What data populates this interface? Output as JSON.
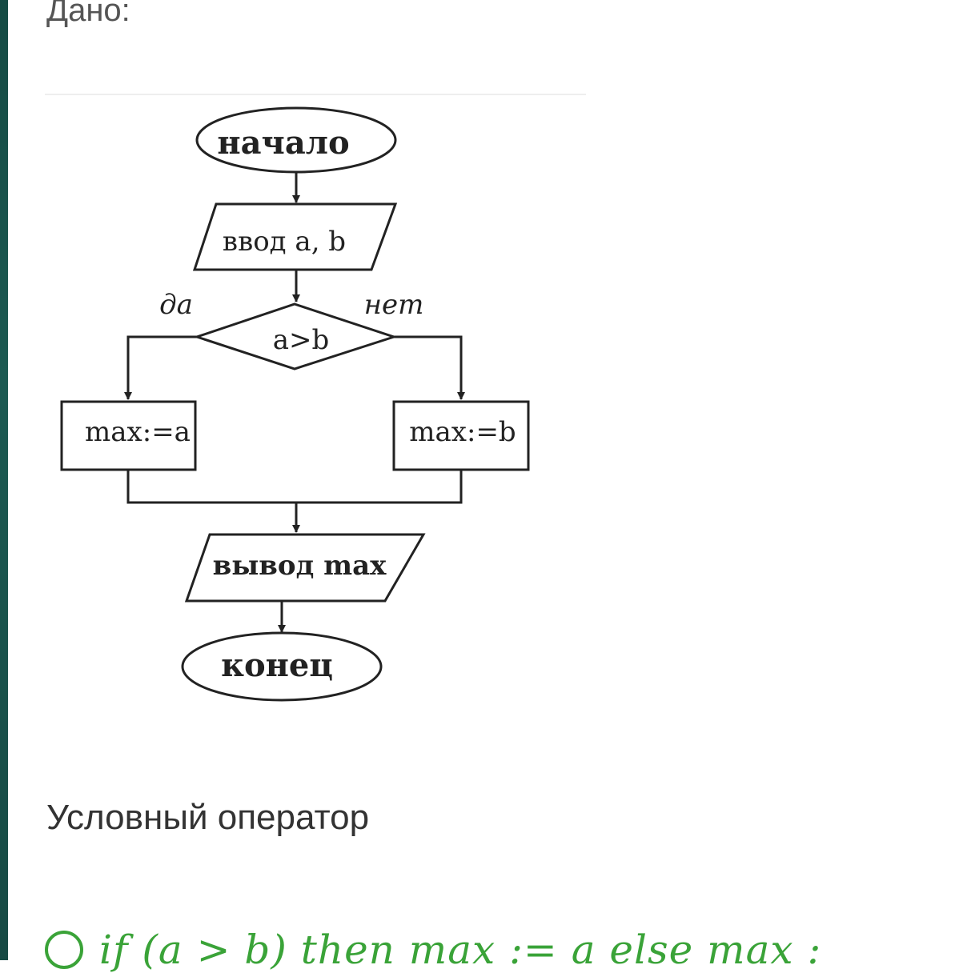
{
  "header": {
    "given_label": "Дано:"
  },
  "flowchart": {
    "start": "начало",
    "input": "ввод a, b",
    "yes_label": "да",
    "no_label": "нет",
    "condition": "a>b",
    "assign_a": "max:=a",
    "assign_b": "max:=b",
    "output": "вывод max",
    "end": "конец"
  },
  "question": {
    "title": "Условный оператор"
  },
  "options": [
    {
      "text": "if (a > b) then max := a else max :",
      "selected": false
    }
  ],
  "colors": {
    "accent": "#3aa338",
    "sidebar": "#174a44"
  }
}
